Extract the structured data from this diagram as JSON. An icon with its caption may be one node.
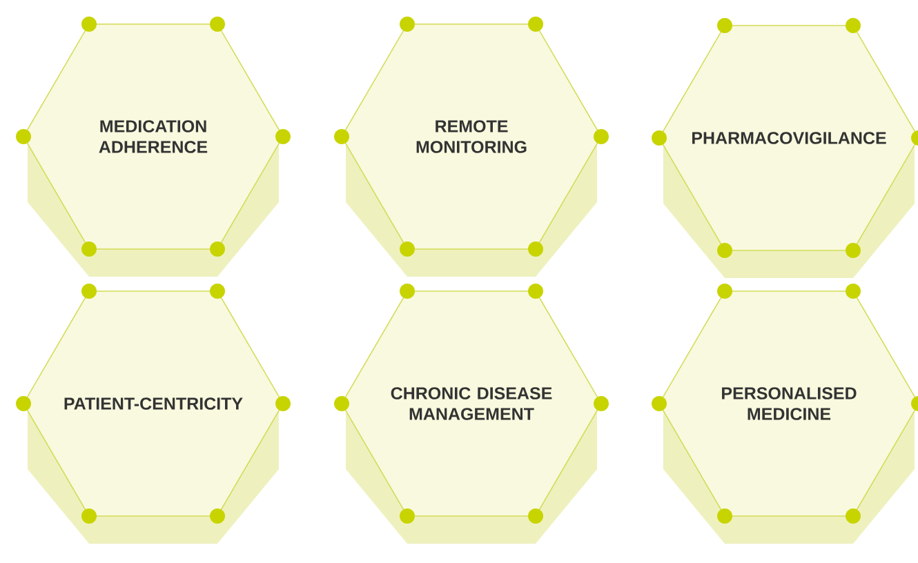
{
  "diagram": {
    "nodes": [
      {
        "text": [
          "MEDICATION ADHERENCE"
        ]
      },
      {
        "text": [
          "REMOTE MONITORING"
        ]
      },
      {
        "text": [
          "PHARMACOVIGILANCE"
        ]
      },
      {
        "text": [
          "PATIENT-CENTRICITY"
        ]
      },
      {
        "text": [
          "CHRONIC DISEASE MANAGEMENT"
        ]
      },
      {
        "text": [
          "PERSONALISED MEDICINE"
        ]
      }
    ]
  }
}
